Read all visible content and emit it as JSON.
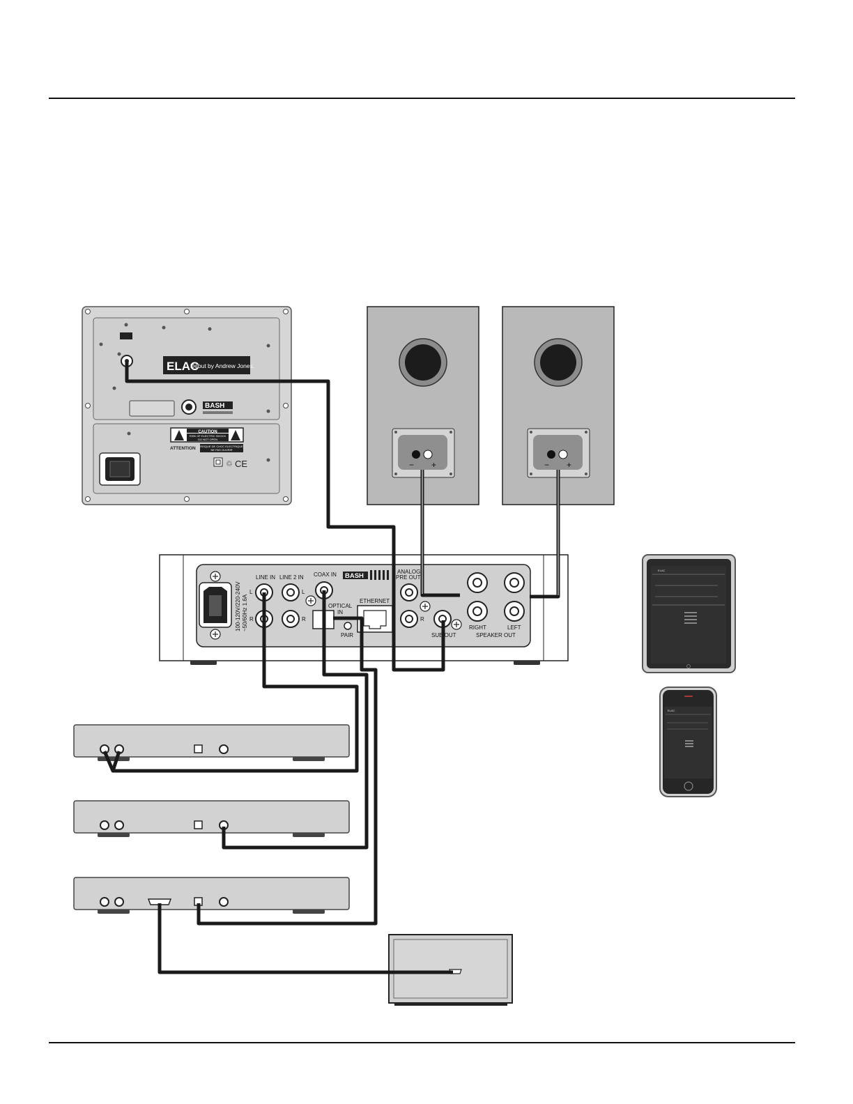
{
  "colors": {
    "panel": "#d4d4d4",
    "panel_dark": "#bcbcbc",
    "cable": "#1a1a1a",
    "screen": "#2b2b2b",
    "outline": "#333333"
  },
  "subwoofer": {
    "brand": "ELAC",
    "series": "Debut by Andrew Jones.",
    "amp_brand": "BASH",
    "caution": {
      "title": "CAUTION",
      "line1": "RISK OF ELECTRIC SHOCK",
      "line2": "DO NOT OPEN"
    },
    "attention": {
      "label": "ATTENTION",
      "line1": "RISQUE DE CHOC ELECTRIQUE",
      "line2": "NE PAS OUVRIR"
    }
  },
  "receiver": {
    "brand": "BASH",
    "power_rating_1": "100-120V/220-240V",
    "power_rating_2": "~50/60Hz 1.6A",
    "labels": {
      "line_in": "LINE IN",
      "line2_in": "LINE 2 IN",
      "coax_in": "COAX IN",
      "analog_pre_out": "ANALOG",
      "pre_out": "PRE OUT",
      "optical": "OPTICAL",
      "optical_in": "IN",
      "ethernet": "ETHERNET",
      "pair": "PAIR",
      "sub_out": "SUB OUT",
      "right": "RIGHT",
      "left": "LEFT",
      "speaker_out": "SPEAKER OUT",
      "l": "L",
      "r": "R"
    }
  },
  "speaker_terminals": {
    "minus": "−",
    "plus": "+"
  },
  "tablet": {
    "app_title": "ELAC"
  },
  "phone": {
    "app_title": "ELAC"
  }
}
